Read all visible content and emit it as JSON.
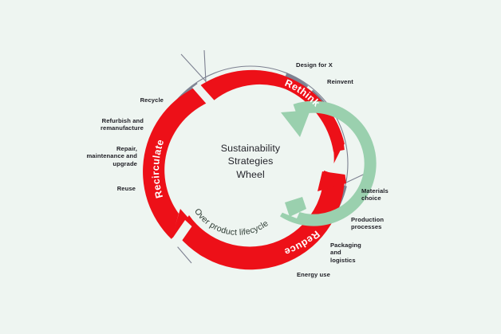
{
  "diagram": {
    "title": "Sustainability\nStrategies\nWheel",
    "inner_ring_label": "Over product lifecycle",
    "segments": [
      {
        "key": "rethink",
        "label": "Rethink"
      },
      {
        "key": "reduce",
        "label": "Reduce"
      },
      {
        "key": "recirculate",
        "label": "Recirculate"
      }
    ],
    "outer_labels": [
      {
        "key": "design-for-x",
        "text": "Design for X"
      },
      {
        "key": "reinvent",
        "text": "Reinvent"
      },
      {
        "key": "materials-choice",
        "text": "Materials\nchoice"
      },
      {
        "key": "production-processes",
        "text": "Production\nprocesses"
      },
      {
        "key": "packaging-and-logistics",
        "text": "Packaging\nand\nlogistics"
      },
      {
        "key": "energy-use",
        "text": "Energy use"
      },
      {
        "key": "reuse",
        "text": "Reuse"
      },
      {
        "key": "repair-maintenance-and-upgrade",
        "text": "Repair,\nmaintenance and\nupgrade"
      },
      {
        "key": "refurbish-and-remanufacture",
        "text": "Refurbish and\nremanufacture"
      },
      {
        "key": "recycle",
        "text": "Recycle"
      }
    ],
    "colors": {
      "background": "#eef5f1",
      "red": "#ed1018",
      "green": "#9ad0ae",
      "gray": "#7d8191",
      "text": "#1d1d24",
      "white": "#f4f8f5"
    }
  }
}
